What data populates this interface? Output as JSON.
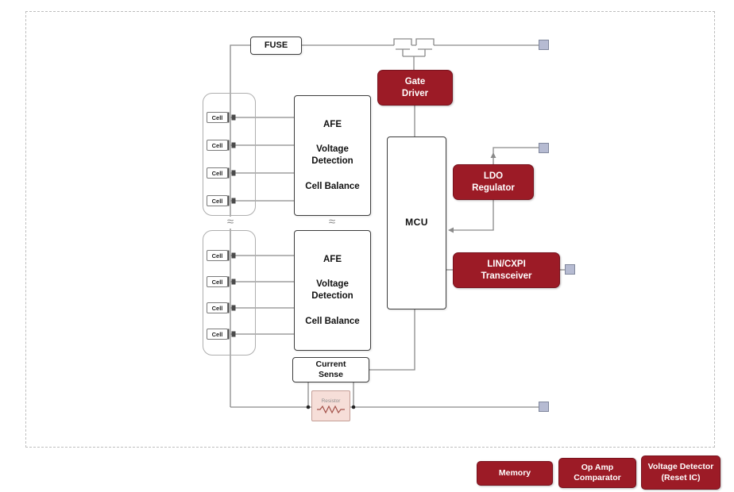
{
  "colors": {
    "accent_red": "#9c1b26",
    "wire_gray": "#8a8a8a",
    "pad_fill": "#b6bbd2",
    "pad_border": "#80879c"
  },
  "blocks": {
    "fuse": "FUSE",
    "gate_driver": "Gate\nDriver",
    "afe": {
      "title": "AFE",
      "function1": "Voltage\nDetection",
      "function2": "Cell Balance"
    },
    "mcu": "MCU",
    "ldo_regulator": "LDO\nRegulator",
    "lin_cxpi_transceiver": "LIN/CXPI\nTransceiver",
    "current_sense": "Current\nSense",
    "resistor": "Resistor",
    "cell": "Cell",
    "continuation_symbol": "≈"
  },
  "legend": [
    {
      "label": "Memory"
    },
    {
      "label": "Op Amp\nComparator"
    },
    {
      "label": "Voltage Detector\n(Reset IC)"
    }
  ]
}
